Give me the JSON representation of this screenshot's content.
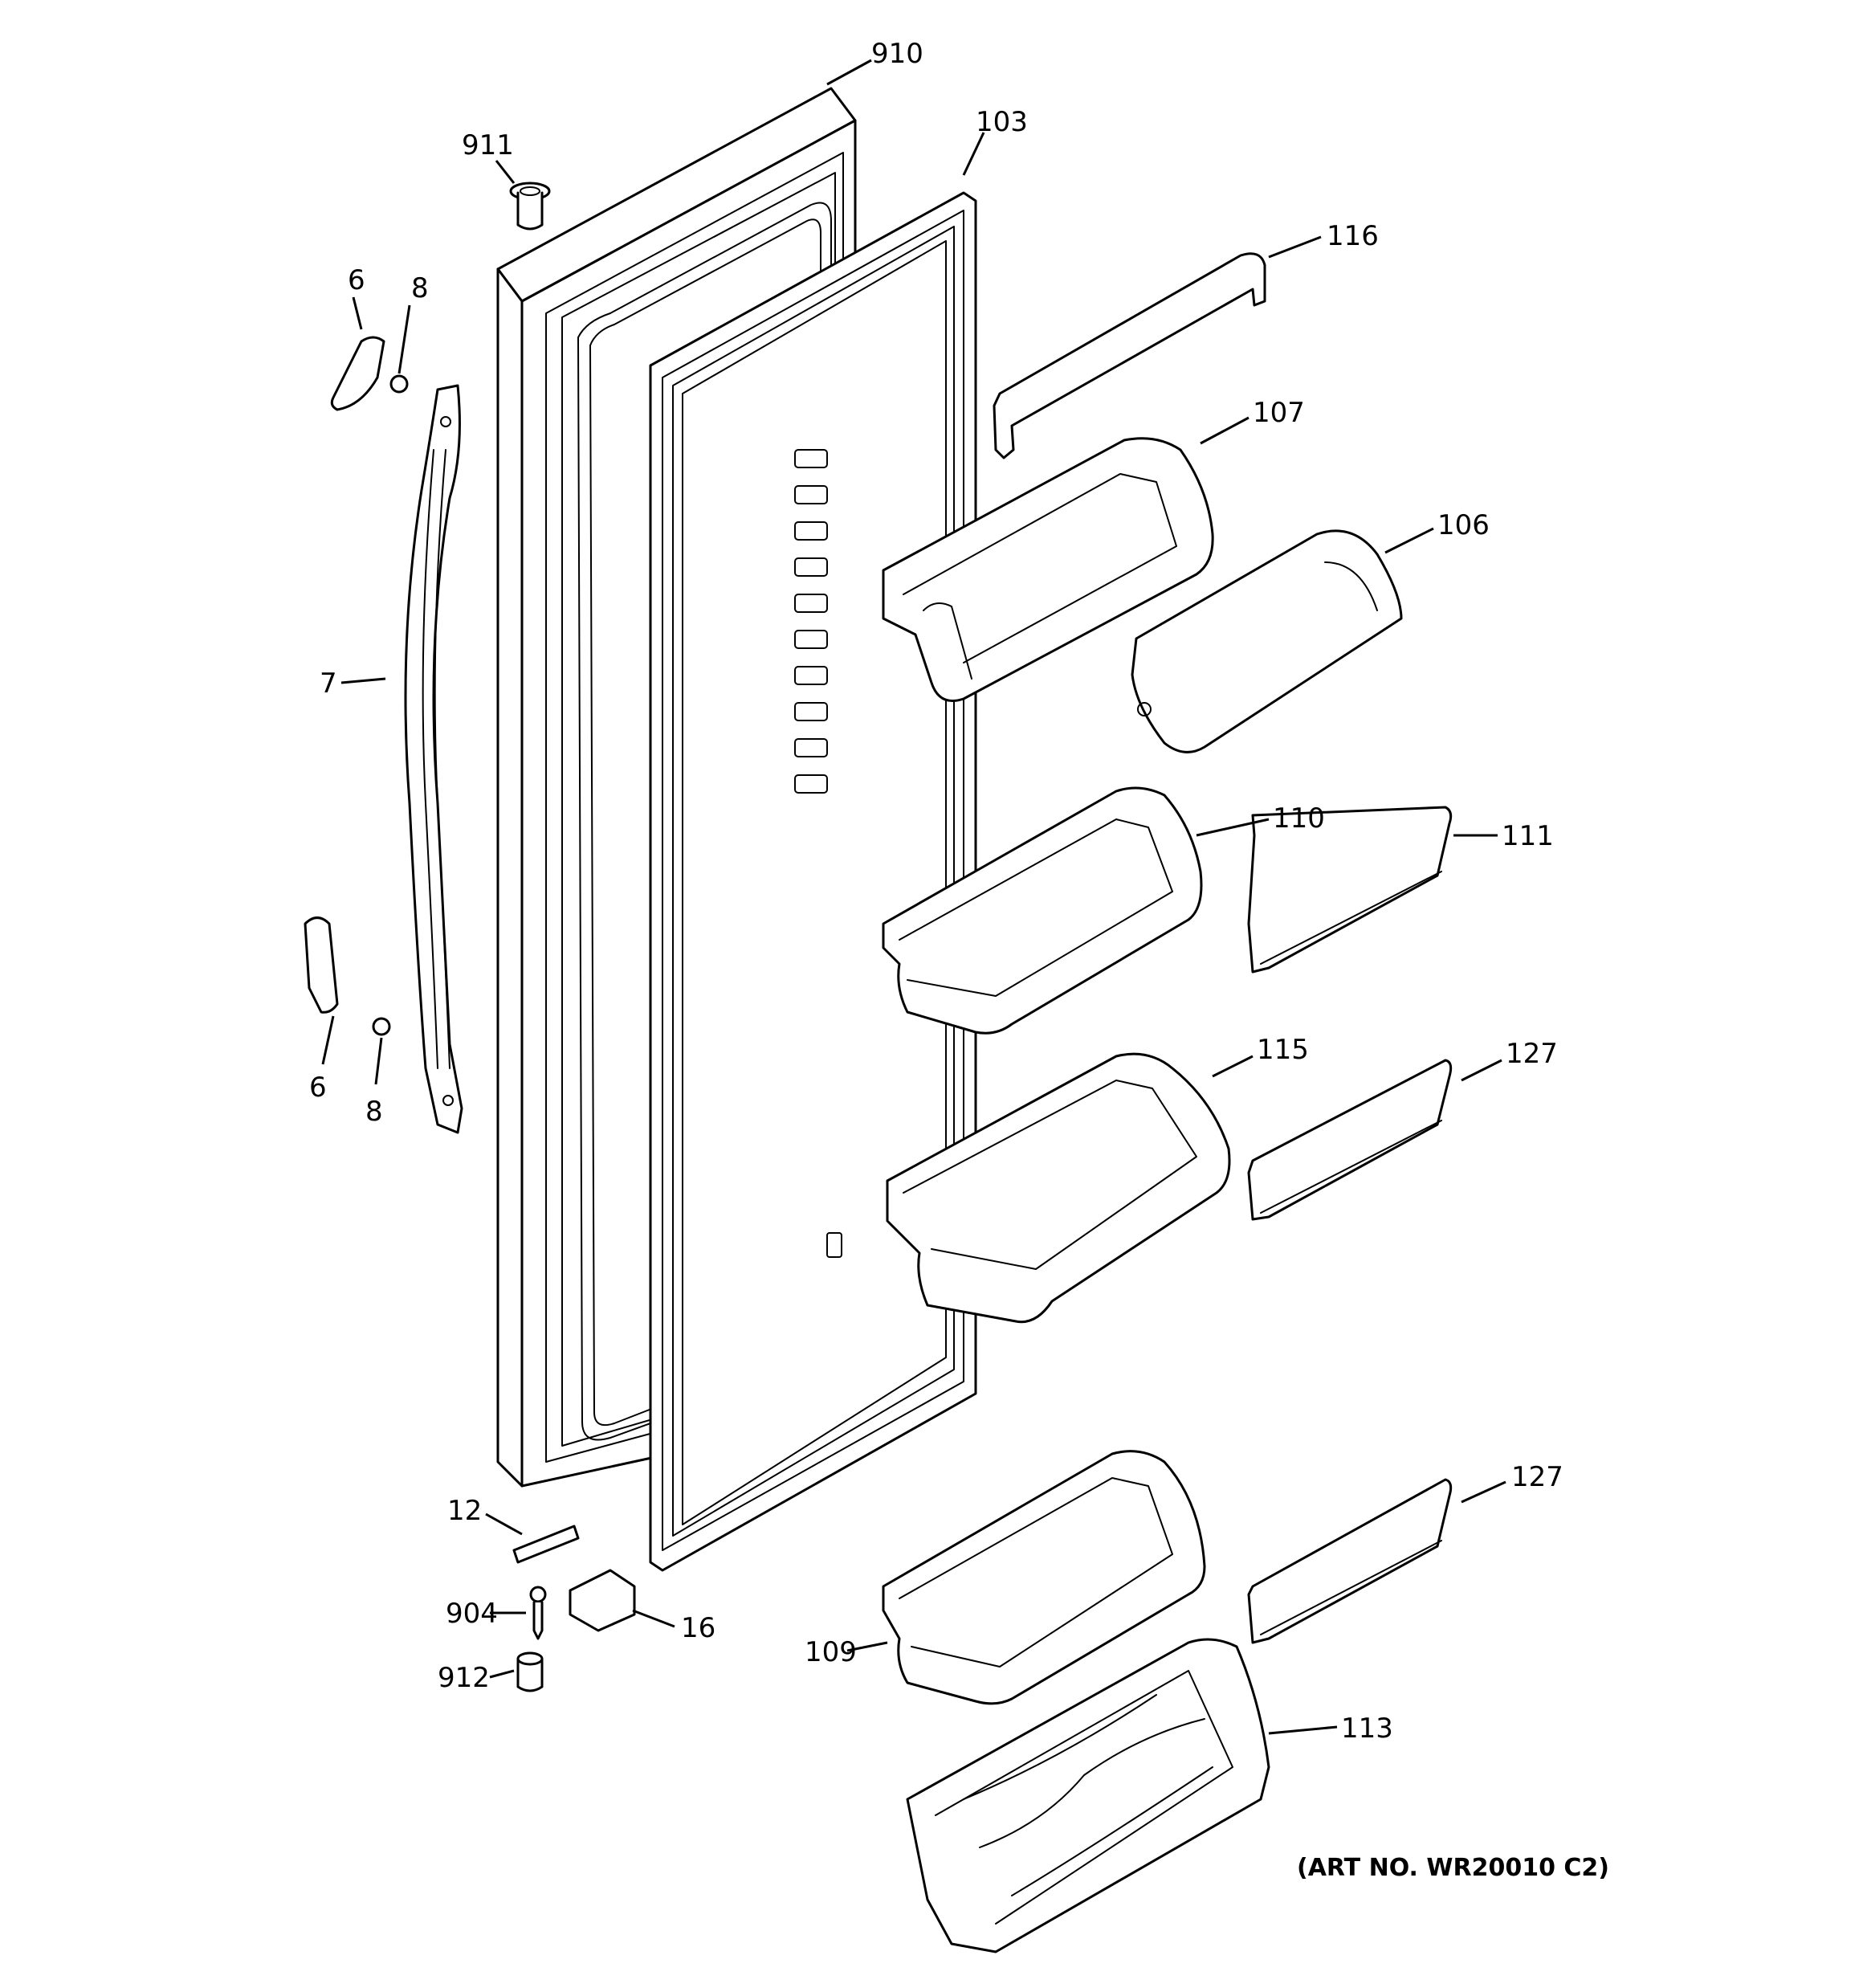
{
  "diagram": {
    "art_number": "(ART NO. WR20010 C2)",
    "callouts": {
      "p910": "910",
      "p911": "911",
      "p103": "103",
      "p116": "116",
      "p107": "107",
      "p106": "106",
      "p6_top": "6",
      "p8_top": "8",
      "p7": "7",
      "p6_bottom": "6",
      "p8_bottom": "8",
      "p110": "110",
      "p111": "111",
      "p115": "115",
      "p127_top": "127",
      "p127_bottom": "127",
      "p12": "12",
      "p904": "904",
      "p16": "16",
      "p912": "912",
      "p109": "109",
      "p113": "113"
    }
  }
}
